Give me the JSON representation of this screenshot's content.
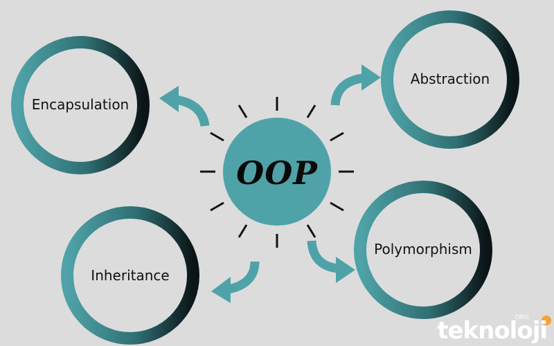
{
  "center": {
    "label": "OOP"
  },
  "nodes": [
    {
      "id": "encapsulation",
      "label": "Encapsulation"
    },
    {
      "id": "abstraction",
      "label": "Abstraction"
    },
    {
      "id": "inheritance",
      "label": "Inheritance"
    },
    {
      "id": "polymorphism",
      "label": "Polymorphism"
    }
  ],
  "watermark": {
    "text": "teknoloji",
    "superscript": "ORG"
  },
  "colors": {
    "background": "#dcdcdc",
    "teal": "#4fa3a8",
    "dark": "#0b1416",
    "ray": "#111111",
    "accent": "#f2a33a"
  }
}
